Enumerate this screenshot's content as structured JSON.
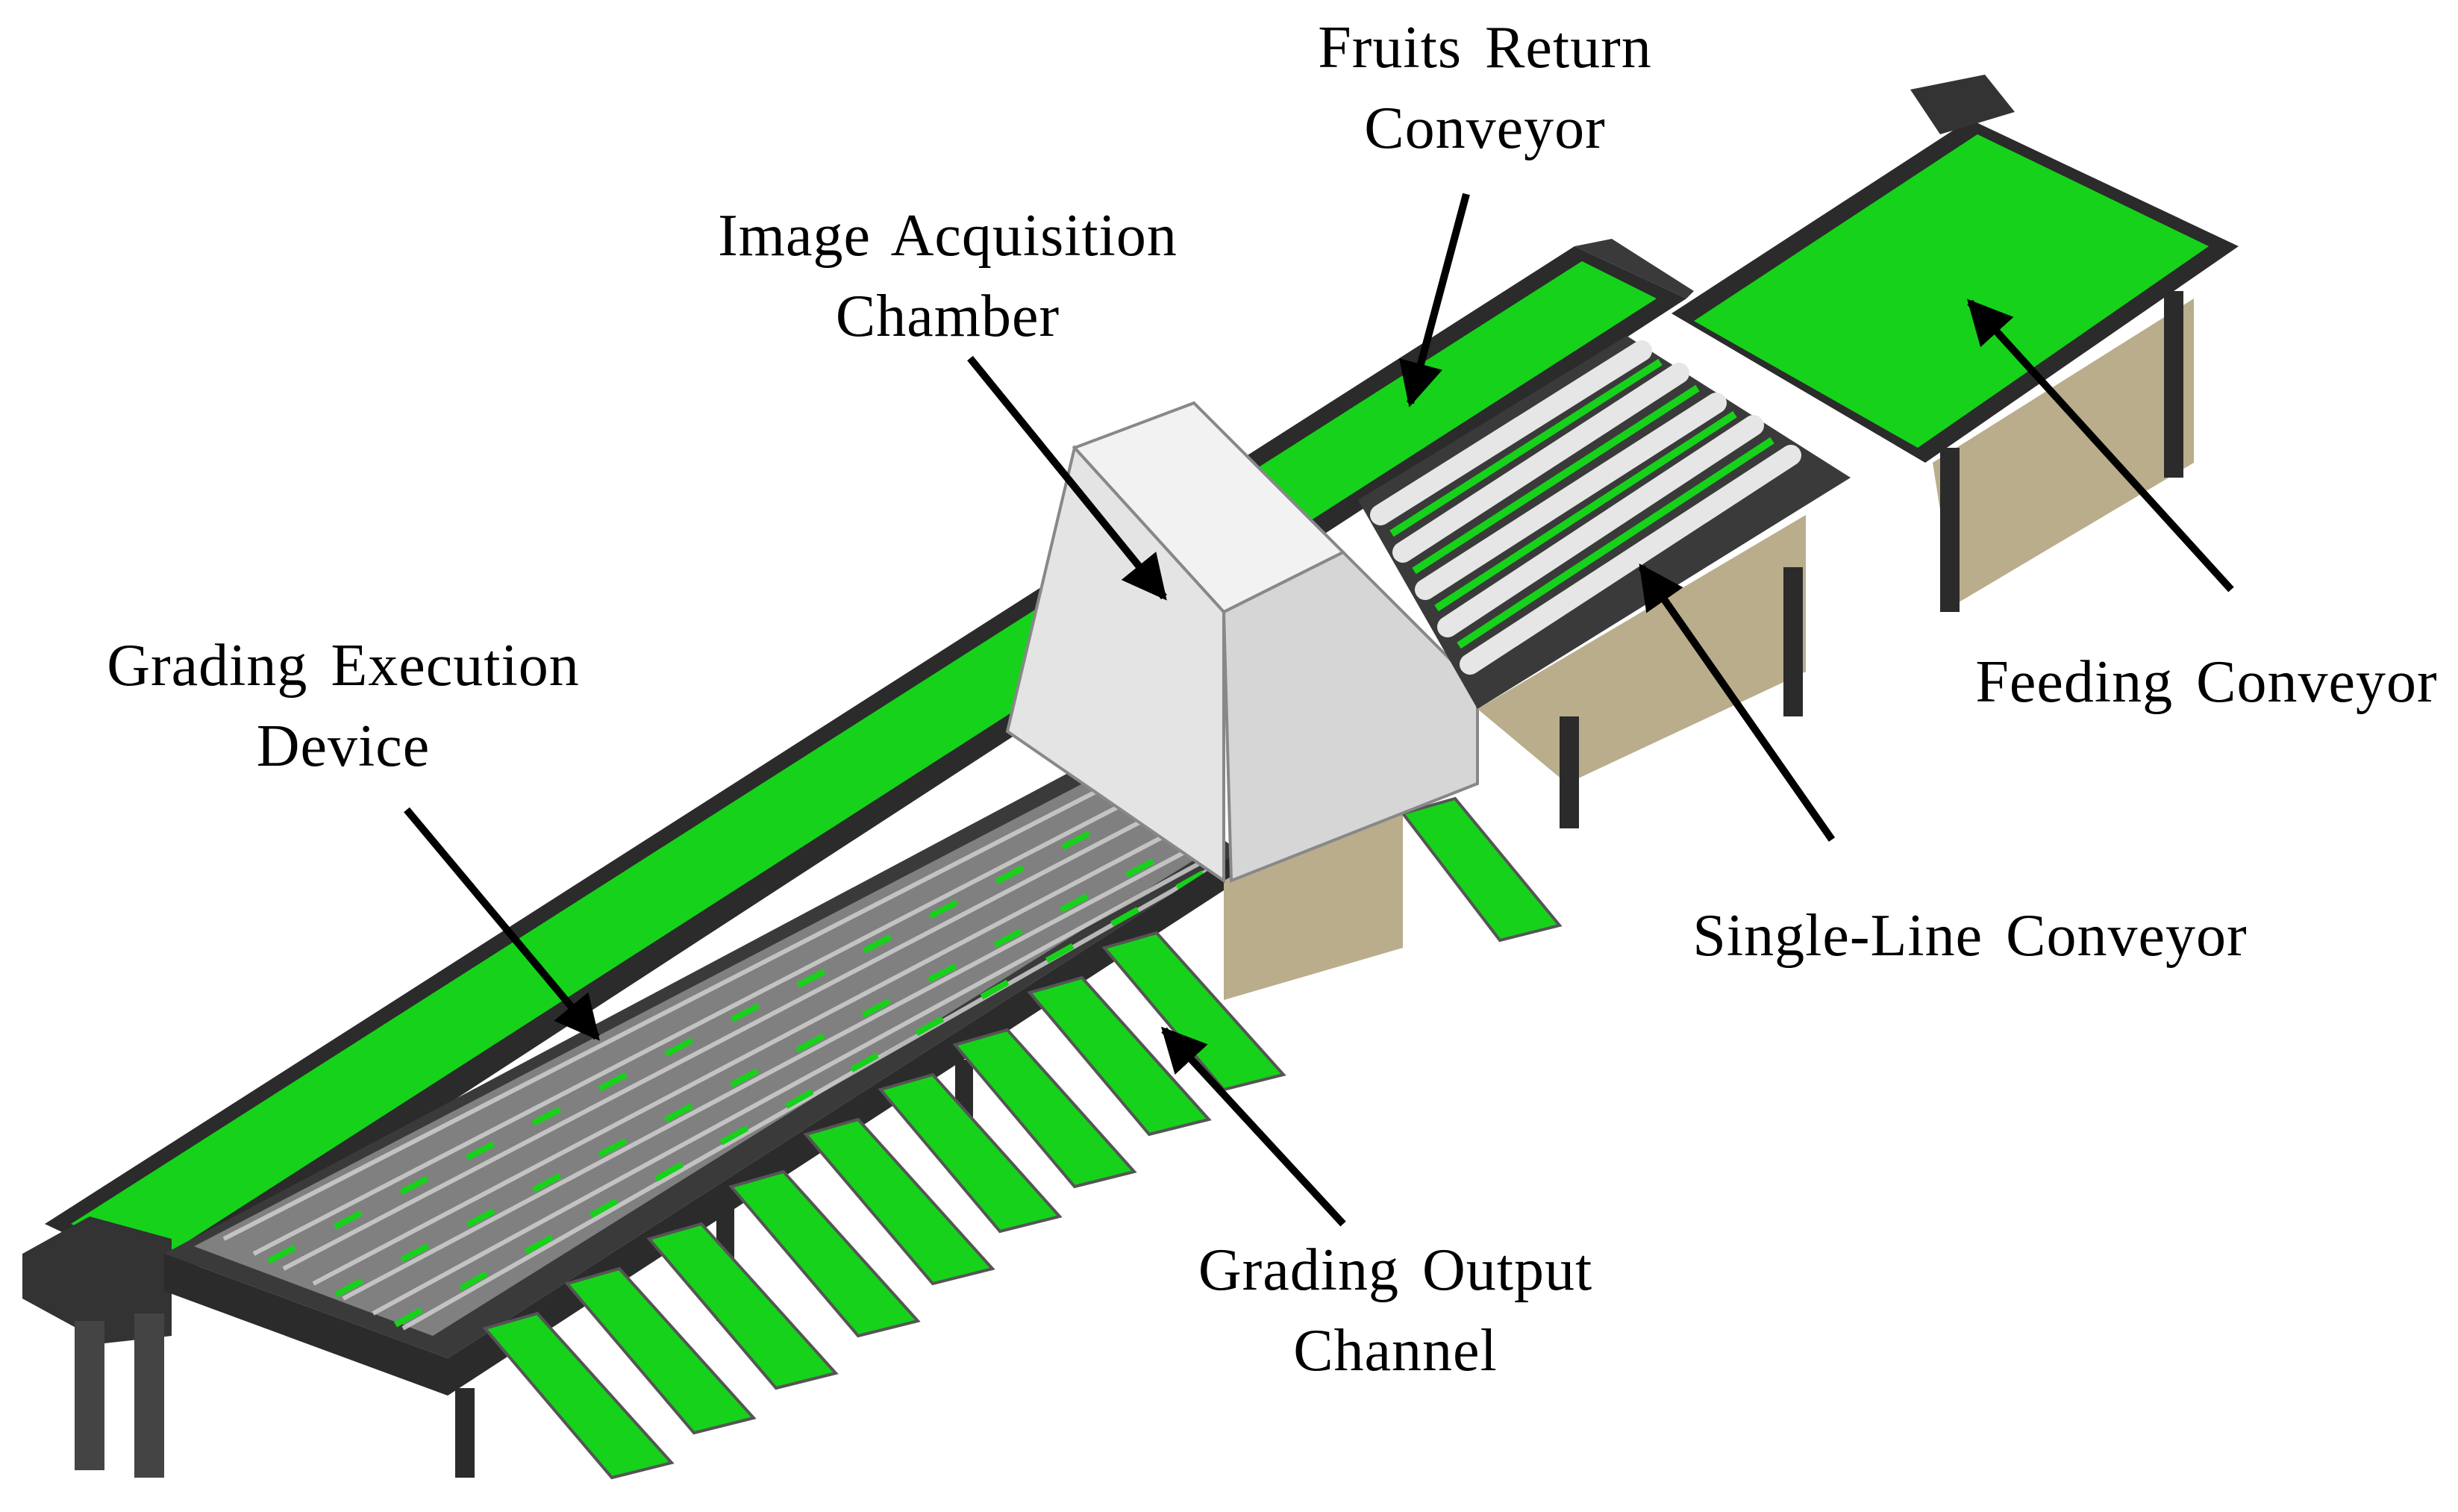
{
  "colors": {
    "belt_green": "#16d21a",
    "belt_green_dark": "#0fa814",
    "frame_dark": "#2b2b2b",
    "frame_mid": "#5a5a5a",
    "panel_tan": "#b9ad8c",
    "roller_light": "#e6e6e6",
    "chamber_white": "#eeeeee",
    "arrow": "#000000"
  },
  "labels": {
    "fruits_return": {
      "line1": "Fruits Return",
      "line2": "Conveyor"
    },
    "image_chamber": {
      "line1": "Image Acquisition",
      "line2": "Chamber"
    },
    "grading_execution": {
      "line1": "Grading Execution",
      "line2": "Device"
    },
    "feeding": {
      "line1": "Feeding Conveyor"
    },
    "single_line": {
      "line1": "Single-Line Conveyor"
    },
    "grading_output": {
      "line1": "Grading Output",
      "line2": "Channel"
    }
  },
  "icons": {
    "arrowhead": "triangle-arrowhead-icon"
  }
}
